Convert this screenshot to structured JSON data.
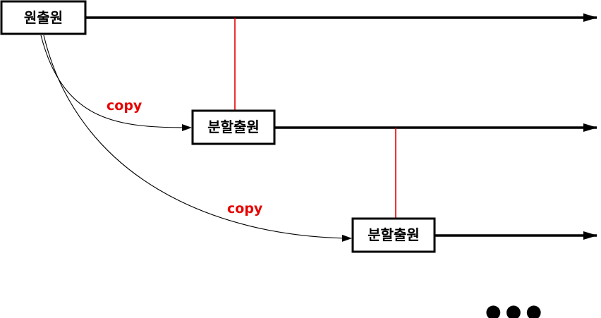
{
  "nodes": {
    "original": "원출원",
    "divisional_1": "분할출원",
    "divisional_2": "분할출원"
  },
  "edges": {
    "copy_1": "copy",
    "copy_2": "copy"
  },
  "continuation": "●●●",
  "colors": {
    "lines": "#000000",
    "label": "#e60000",
    "connector": "#e60000",
    "box_fill": "#ffffff"
  }
}
